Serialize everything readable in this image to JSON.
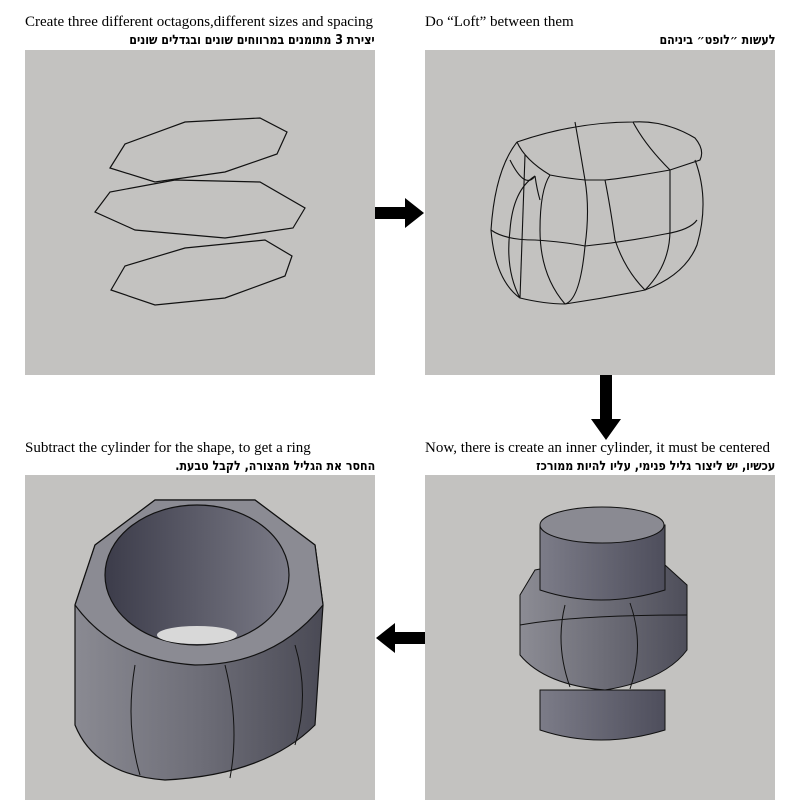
{
  "steps": [
    {
      "title": "Create three different octagons,different sizes and spacing",
      "hebrew": "יצירת 3 מתומנים במרווחים שונים ובגדלים שונים"
    },
    {
      "title": "Do “Loft” between them",
      "hebrew": "לעשות ״לופט״ ביניהם"
    },
    {
      "title": "Now, there is create an inner cylinder, it must be centered",
      "hebrew": "עכשיו, יש ליצור גליל פנימי, עליו להיות ממורכז"
    },
    {
      "title": "Subtract the cylinder for the shape, to get a ring",
      "hebrew": "החסר את הגליל מהצורה, לקבל טבעת."
    }
  ],
  "colors": {
    "panel": "#c3c2c0",
    "arrow": "#000000"
  }
}
